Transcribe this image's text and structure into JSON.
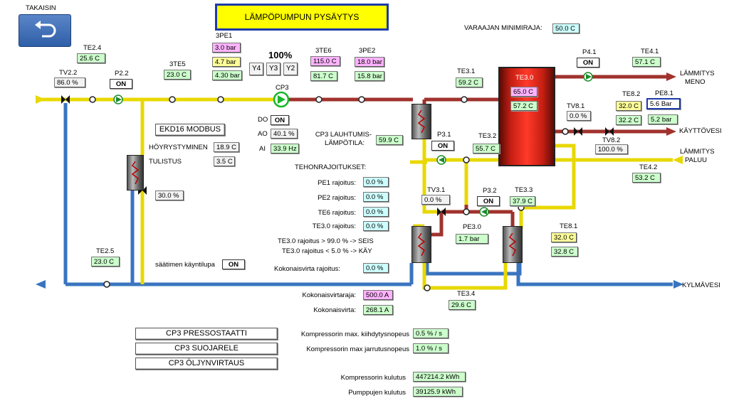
{
  "back_button": {
    "label": "TAKAISIN"
  },
  "title": "LÄMPÖPUMPUN PYSÄYTYS",
  "min_limit": {
    "label": "VARAAJAN MINIMIRAJA:",
    "value": "50.0 C"
  },
  "sensors": {
    "te24": {
      "label": "TE2.4",
      "value": "25.6 C"
    },
    "tv22": {
      "label": "TV2.2",
      "value": "86.0 %"
    },
    "p22": {
      "label": "P2.2",
      "value": "ON"
    },
    "te5": {
      "label": "3TE5",
      "value": "23.0 C"
    },
    "pe1": {
      "label": "3PE1",
      "values": [
        "3.0 bar",
        "4.7 bar",
        "4.30 bar"
      ]
    },
    "te6": {
      "label": "3TE6",
      "values": [
        "115.0 C",
        "81.7 C"
      ]
    },
    "pe2": {
      "label": "3PE2",
      "values": [
        "18.0 bar",
        "15.8 bar"
      ]
    },
    "te31": {
      "label": "TE3.1",
      "value": "59.2 C"
    },
    "te30": {
      "label": "TE3.0",
      "values": [
        "65.0 C",
        "57.2 C"
      ]
    },
    "p41": {
      "label": "P4.1",
      "value": "ON"
    },
    "te41": {
      "label": "TE4.1",
      "value": "57.1 C"
    },
    "te82": {
      "label": "TE8.2",
      "values": [
        "32.0 C",
        "32.2 C"
      ]
    },
    "pe81": {
      "label": "PE8.1",
      "values": [
        "5.6 Bar",
        "5.2 bar"
      ]
    },
    "tv81": {
      "label": "TV8.1",
      "value": "0.0 %"
    },
    "tv82": {
      "label": "TV8.2",
      "value": "100.0 %"
    },
    "te42": {
      "label": "TE4.2",
      "value": "53.2 C"
    },
    "p31": {
      "label": "P3.1",
      "value": "ON"
    },
    "te32": {
      "label": "TE3.2",
      "value": "55.7 C"
    },
    "tv31": {
      "label": "TV3.1",
      "value": "0.0 %"
    },
    "p32": {
      "label": "P3.2",
      "value": "ON"
    },
    "te33": {
      "label": "TE3.3",
      "value": "37.9 C"
    },
    "pe30": {
      "label": "PE3.0",
      "value": "1.7 bar"
    },
    "te81": {
      "label": "TE8.1",
      "values": [
        "32.0 C",
        "32.8 C"
      ]
    },
    "te34": {
      "label": "TE3.4",
      "value": "29.6 C"
    },
    "te25": {
      "label": "TE2.5",
      "value": "23.0 C"
    },
    "valve_left": {
      "value": "30.0 %"
    }
  },
  "compressor": {
    "percent": "100%",
    "steps": [
      "Y4",
      "Y3",
      "Y2"
    ],
    "name": "CP3",
    "do_label": "DO",
    "do_value": "ON",
    "ao_label": "AO",
    "ao_value": "40.1 %",
    "ai_label": "AI",
    "ai_value": "33.9 Hz"
  },
  "modbus": {
    "button": "EKD16 MODBUS",
    "evap_label": "HÖYRYSTYMINEN",
    "evap_value": "18.9 C",
    "superheat_label": "TULISTUS",
    "superheat_value": "3.5 C"
  },
  "condensing": {
    "label1": "CP3 LAUHTUMIS-",
    "label2": "LÄMPÖTILA:",
    "value": "59.9 C"
  },
  "limits": {
    "title": "TEHONRAJOITUKSET:",
    "rows": [
      {
        "label": "PE1 rajoitus:",
        "value": "0.0 %"
      },
      {
        "label": "PE2 rajoitus:",
        "value": "0.0 %"
      },
      {
        "label": "TE6 rajoitus:",
        "value": "0.0 %"
      },
      {
        "label": "TE3.0 rajoitus:",
        "value": "0.0 %"
      }
    ],
    "rule1": "TE3.0 rajoitus > 99.0 % -> SEIS",
    "rule2": "TE3.0 rajoitus < 5.0 % -> KÄY",
    "current_limit_label": "Kokonaisvirta rajoitus:",
    "current_limit_value": "0.0 %"
  },
  "enable": {
    "label": "säätimen käyntilupa",
    "value": "ON"
  },
  "current": {
    "limit_label": "Kokonaisvirtaraja:",
    "limit_value": "500.0 A",
    "total_label": "Kokonaisvirta:",
    "total_value": "268.1 A"
  },
  "pipes": {
    "heating_out": [
      "LÄMMITYS",
      "MENO"
    ],
    "hot_water": "KÄYTTÖVESI",
    "heating_return": [
      "LÄMMITYS",
      "PALUU"
    ],
    "cold_water": "KYLMÄVESI"
  },
  "alarms": [
    "CP3 PRESSOSTAATTI",
    "CP3 SUOJARELE",
    "CP3 ÖLJYNVIRTAUS"
  ],
  "speeds": [
    {
      "label": "Kompressorin max. kiihdytysnopeus",
      "value": "0.5 % / s"
    },
    {
      "label": "Kompressorin max jarrutusnopeus",
      "value": "1.0 % / s"
    }
  ],
  "usage": [
    {
      "label": "Kompressorin kulutus",
      "value": "447214.2 kWh"
    },
    {
      "label": "Pumppujen kulutus",
      "value": "39125.9 kWh"
    }
  ],
  "colors": {
    "hot": "#a0322d",
    "warm": "#f0e020",
    "cold": "#3a74c0",
    "tank": "#d0281c"
  }
}
